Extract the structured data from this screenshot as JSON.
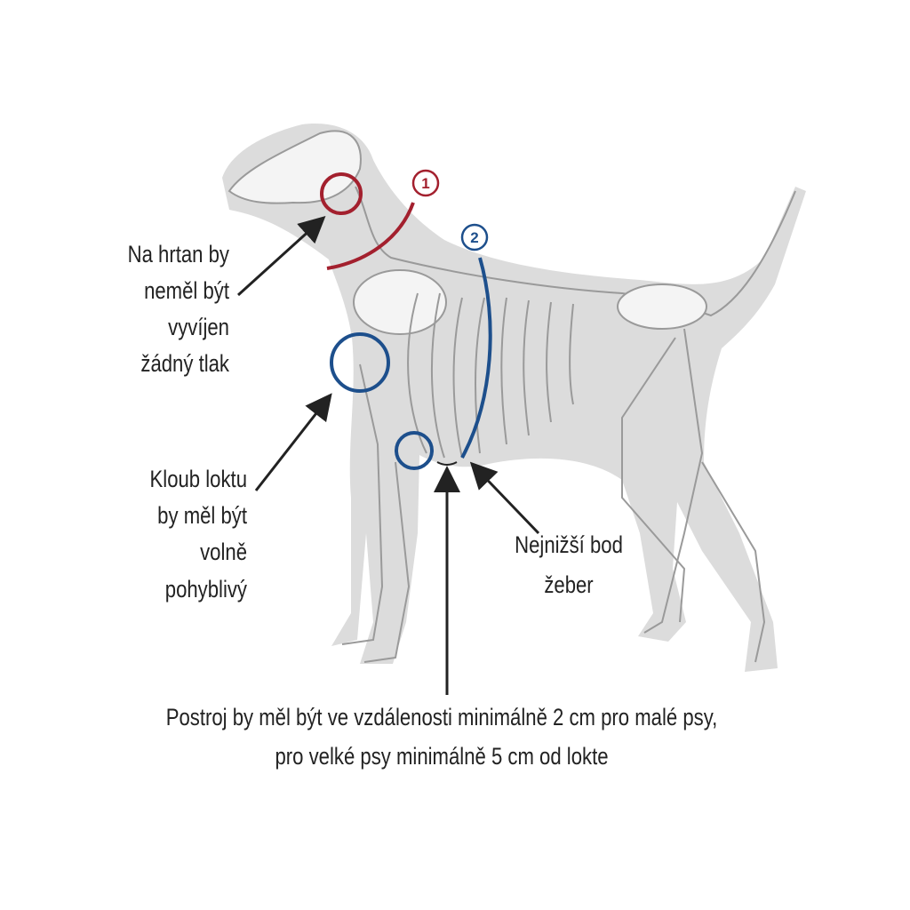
{
  "colors": {
    "silhouette": "#dcdcdc",
    "bone": "#ffffff",
    "bone_outline": "#9a9a9a",
    "red": "#a3202e",
    "blue": "#1d4f8c",
    "text": "#222222"
  },
  "markers": {
    "one": "1",
    "two": "2"
  },
  "labels": {
    "larynx": [
      "Na hrtan by",
      "neměl být",
      "vyvíjen",
      "žádný tlak"
    ],
    "elbow": [
      "Kloub loktu",
      "by měl být",
      "volně",
      "pohyblivý"
    ],
    "ribs": [
      "Nejnižší bod",
      "žeber"
    ],
    "distance": [
      "Postroj by měl být ve vzdálenosti minimálně 2 cm pro malé psy,",
      "pro velké psy minimálně 5 cm od lokte"
    ]
  }
}
